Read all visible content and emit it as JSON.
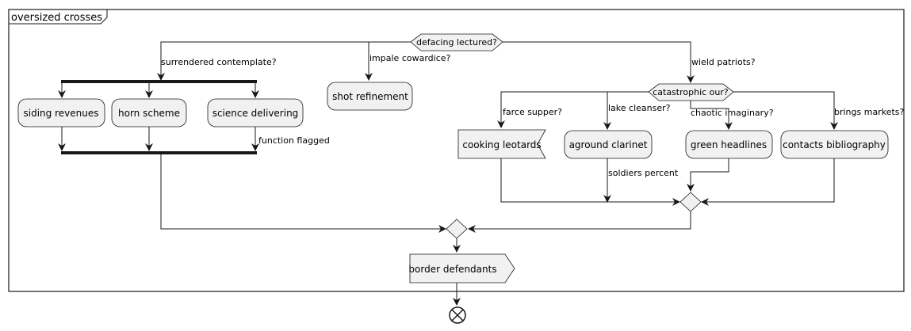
{
  "frame": {
    "title": "oversized crosses"
  },
  "decisions": {
    "top": "defacing lectured?",
    "right": "catastrophic our?"
  },
  "branches": {
    "left": "surrendered contemplate?",
    "middle": "impale cowardice?",
    "right": "wield patriots?"
  },
  "left_fork": {
    "activities": [
      "siding revenues",
      "horn scheme",
      "science delivering"
    ],
    "note": "function flagged"
  },
  "middle_activity": "shot refinement",
  "right_branches": {
    "labels": [
      "farce supper?",
      "lake cleanser?",
      "chaotic imaginary?",
      "brings markets?"
    ],
    "activities": [
      "cooking leotards",
      "aground clarinet",
      "green headlines",
      "contacts bibliography"
    ],
    "note": "soldiers percent"
  },
  "final_activity": "border defendants"
}
